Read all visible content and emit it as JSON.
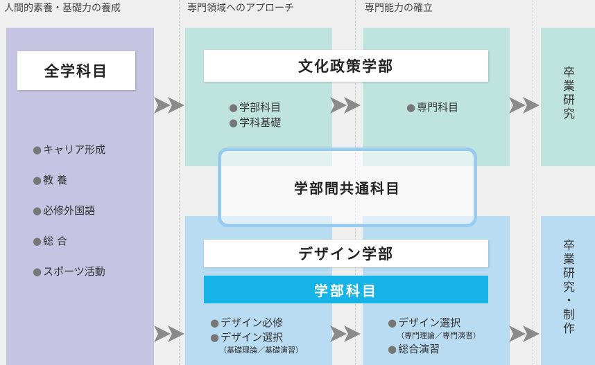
{
  "headers": {
    "col1": "人間的素養・基礎力の養成",
    "col2": "専門領域へのアプローチ",
    "col3": "専門能力の確立"
  },
  "left": {
    "title": "全学科目",
    "items": [
      "キャリア形成",
      "教 養",
      "必修外国語",
      "総 合",
      "スポーツ活動"
    ]
  },
  "bunka": {
    "title": "文化政策学部",
    "items": [
      "学部科目",
      "学科基礎"
    ],
    "senmon": "専門科目",
    "sotsugyo": "卒業研究"
  },
  "common": {
    "title": "学部間共通科目"
  },
  "design": {
    "title": "デザイン学部",
    "subtitle": "学部科目",
    "items": [
      "デザイン必修",
      "デザイン選択"
    ],
    "items_note": "（基礎理論／基礎演習）",
    "senmon_items": [
      "デザイン選択",
      "総合演習"
    ],
    "senmon_note": "（専門理論／専門演習）",
    "sotsugyo": "卒業研究・制作"
  },
  "colors": {
    "purple": "#c7c3e2",
    "teal": "#bfe3dd",
    "blue": "#b9dcf3",
    "cyan_bar": "#16b4e6",
    "chevron": "#8a8a8a"
  }
}
